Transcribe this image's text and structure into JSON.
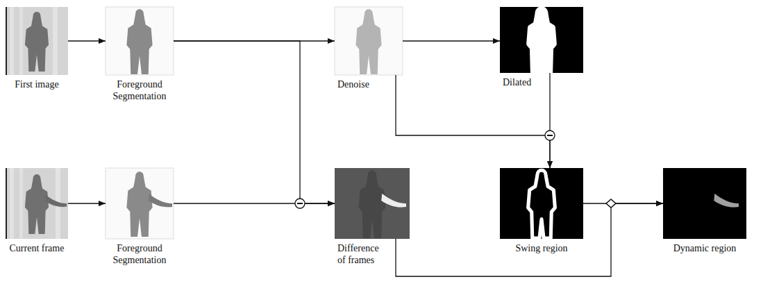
{
  "diagram": {
    "nodes": [
      {
        "text": [
          "First image"
        ]
      },
      {
        "text": [
          "Foreground Segmentation"
        ]
      },
      {
        "text": [
          "Denoise"
        ]
      },
      {
        "text": [
          "Dilated"
        ]
      },
      {
        "text": [
          "Current frame"
        ]
      },
      {
        "text": [
          "Foreground Segmentation"
        ]
      },
      {
        "text": [
          "Difference of frames"
        ]
      },
      {
        "text": [
          "Swing region"
        ]
      },
      {
        "text": [
          "Dynamic region"
        ]
      }
    ],
    "edges": [
      {
        "from": 0,
        "to": 1,
        "arrow": "to"
      },
      {
        "from": 1,
        "to": 2,
        "arrow": "to"
      },
      {
        "from": 2,
        "to": 3,
        "arrow": "to"
      },
      {
        "from": 4,
        "to": 5,
        "arrow": "to"
      },
      {
        "from": 5,
        "to": 6,
        "arrow": "to"
      },
      {
        "from": 1,
        "to": 6,
        "arrow": "to"
      },
      {
        "from": 2,
        "to": 7,
        "arrow": "to"
      },
      {
        "from": 3,
        "to": 7,
        "arrow": "to"
      },
      {
        "from": 6,
        "to": 8,
        "arrow": "to"
      },
      {
        "from": 7,
        "to": 8,
        "arrow": "to"
      }
    ]
  }
}
